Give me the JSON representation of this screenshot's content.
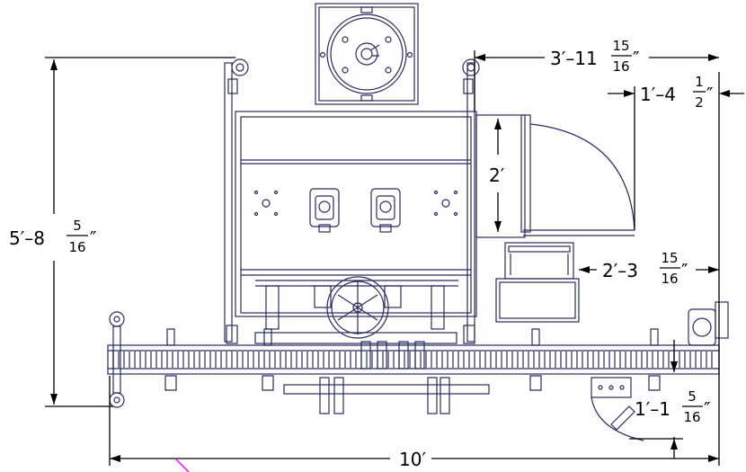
{
  "dimensions": {
    "width_total": "10′",
    "height_total": {
      "whole": "5′–8",
      "num": "5",
      "den": "16",
      "inch": "″"
    },
    "top_right": {
      "whole": "3′–11",
      "num": "15",
      "den": "16",
      "inch": "″"
    },
    "panel_offset": {
      "whole": "1′–4",
      "num": "1",
      "den": "2",
      "inch": "″"
    },
    "door_height": "2′",
    "side_unit": {
      "whole": "2′–3",
      "num": "15",
      "den": "16",
      "inch": "″"
    },
    "conveyor_offset": {
      "whole": "1′–1",
      "num": "5",
      "den": "16",
      "inch": "″"
    }
  },
  "colors": {
    "line": "#2a2a5e",
    "dim": "#000000",
    "accent": "#ff00ff"
  }
}
